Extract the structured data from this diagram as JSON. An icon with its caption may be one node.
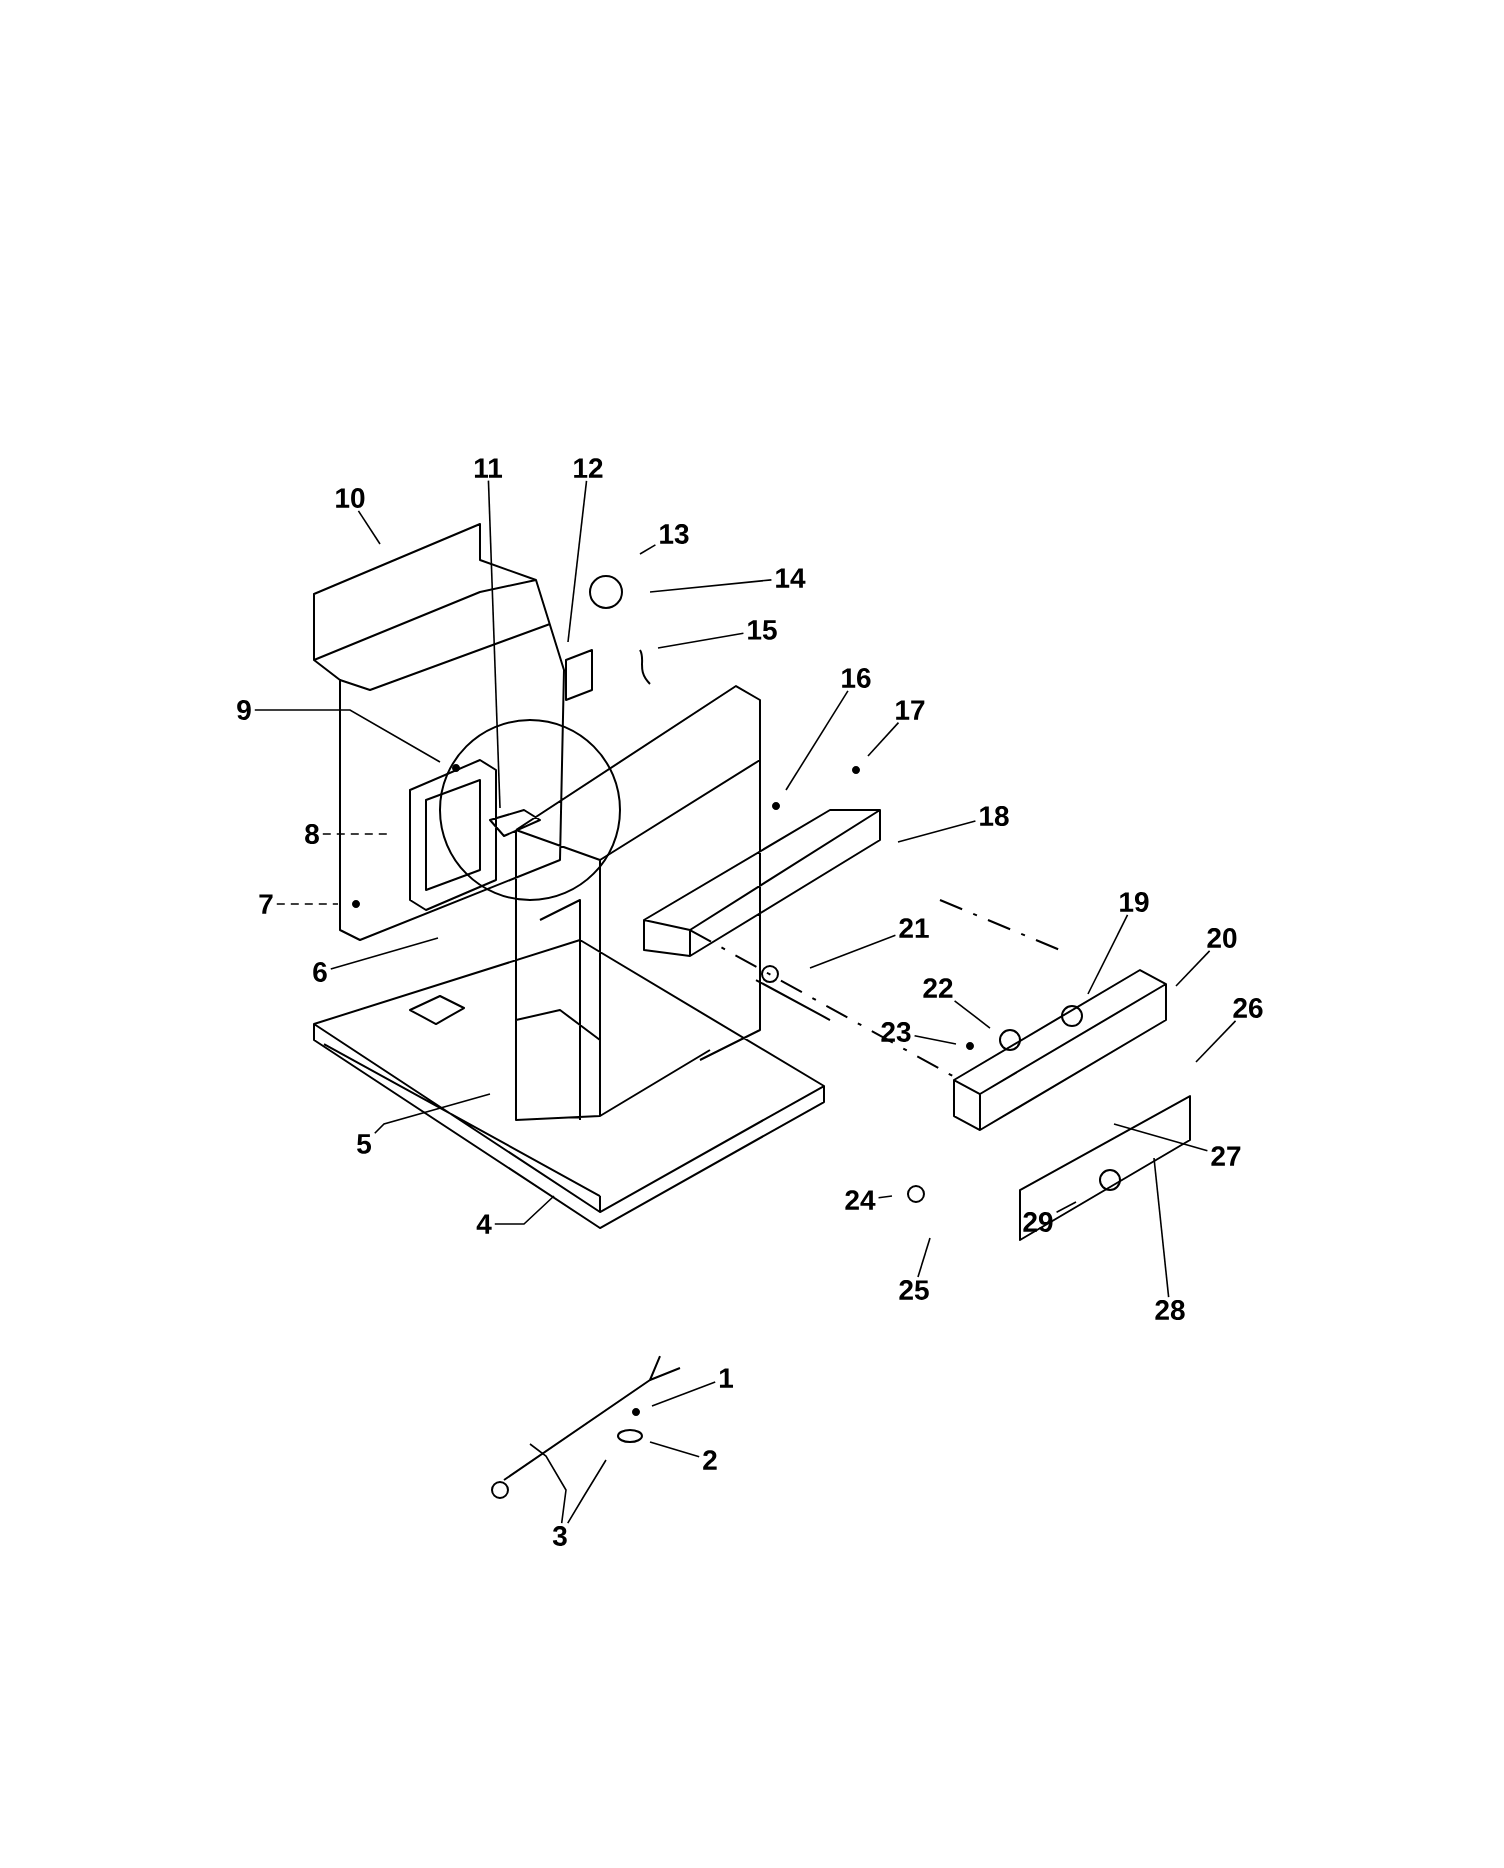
{
  "diagram": {
    "nodes": [
      {
        "text": [
          "1"
        ]
      },
      {
        "text": [
          "2"
        ]
      },
      {
        "text": [
          "3"
        ]
      },
      {
        "text": [
          "4"
        ]
      },
      {
        "text": [
          "5"
        ]
      },
      {
        "text": [
          "6"
        ]
      },
      {
        "text": [
          "7"
        ]
      },
      {
        "text": [
          "8"
        ]
      },
      {
        "text": [
          "9"
        ]
      },
      {
        "text": [
          "10"
        ]
      },
      {
        "text": [
          "11"
        ]
      },
      {
        "text": [
          "12"
        ]
      },
      {
        "text": [
          "13"
        ]
      },
      {
        "text": [
          "14"
        ]
      },
      {
        "text": [
          "15"
        ]
      },
      {
        "text": [
          "16"
        ]
      },
      {
        "text": [
          "17"
        ]
      },
      {
        "text": [
          "18"
        ]
      },
      {
        "text": [
          "19"
        ]
      },
      {
        "text": [
          "20"
        ]
      },
      {
        "text": [
          "21"
        ]
      },
      {
        "text": [
          "22"
        ]
      },
      {
        "text": [
          "23"
        ]
      },
      {
        "text": [
          "24"
        ]
      },
      {
        "text": [
          "25"
        ]
      },
      {
        "text": [
          "26"
        ]
      },
      {
        "text": [
          "27"
        ]
      },
      {
        "text": [
          "28"
        ]
      },
      {
        "text": [
          "29"
        ]
      }
    ],
    "edges": [
      {
        "from": 0,
        "to": null,
        "arrow": "none"
      },
      {
        "from": 1,
        "to": null,
        "arrow": "none"
      },
      {
        "from": 2,
        "to": null,
        "arrow": "none"
      },
      {
        "from": 2,
        "to": null,
        "arrow": "none"
      },
      {
        "from": 3,
        "to": null,
        "arrow": "none"
      },
      {
        "from": 4,
        "to": null,
        "arrow": "none"
      },
      {
        "from": 5,
        "to": null,
        "arrow": "none"
      },
      {
        "from": 6,
        "to": null,
        "arrow": "none",
        "style": "dashed"
      },
      {
        "from": 7,
        "to": null,
        "arrow": "none",
        "style": "dashed"
      },
      {
        "from": 8,
        "to": null,
        "arrow": "none"
      },
      {
        "from": 9,
        "to": null,
        "arrow": "none"
      },
      {
        "from": 10,
        "to": null,
        "arrow": "none"
      },
      {
        "from": 11,
        "to": null,
        "arrow": "none"
      },
      {
        "from": 12,
        "to": null,
        "arrow": "none"
      },
      {
        "from": 13,
        "to": null,
        "arrow": "none"
      },
      {
        "from": 14,
        "to": null,
        "arrow": "none"
      },
      {
        "from": 15,
        "to": null,
        "arrow": "none"
      },
      {
        "from": 16,
        "to": null,
        "arrow": "none"
      },
      {
        "from": 17,
        "to": null,
        "arrow": "none"
      },
      {
        "from": 18,
        "to": null,
        "arrow": "none"
      },
      {
        "from": 19,
        "to": null,
        "arrow": "none"
      },
      {
        "from": 20,
        "to": null,
        "arrow": "none"
      },
      {
        "from": 21,
        "to": null,
        "arrow": "none"
      },
      {
        "from": 22,
        "to": null,
        "arrow": "none"
      },
      {
        "from": 23,
        "to": null,
        "arrow": "none"
      },
      {
        "from": 24,
        "to": null,
        "arrow": "none"
      },
      {
        "from": 25,
        "to": null,
        "arrow": "none"
      },
      {
        "from": 26,
        "to": null,
        "arrow": "none"
      },
      {
        "from": 27,
        "to": null,
        "arrow": "none"
      },
      {
        "from": 28,
        "to": null,
        "arrow": "none"
      }
    ]
  }
}
